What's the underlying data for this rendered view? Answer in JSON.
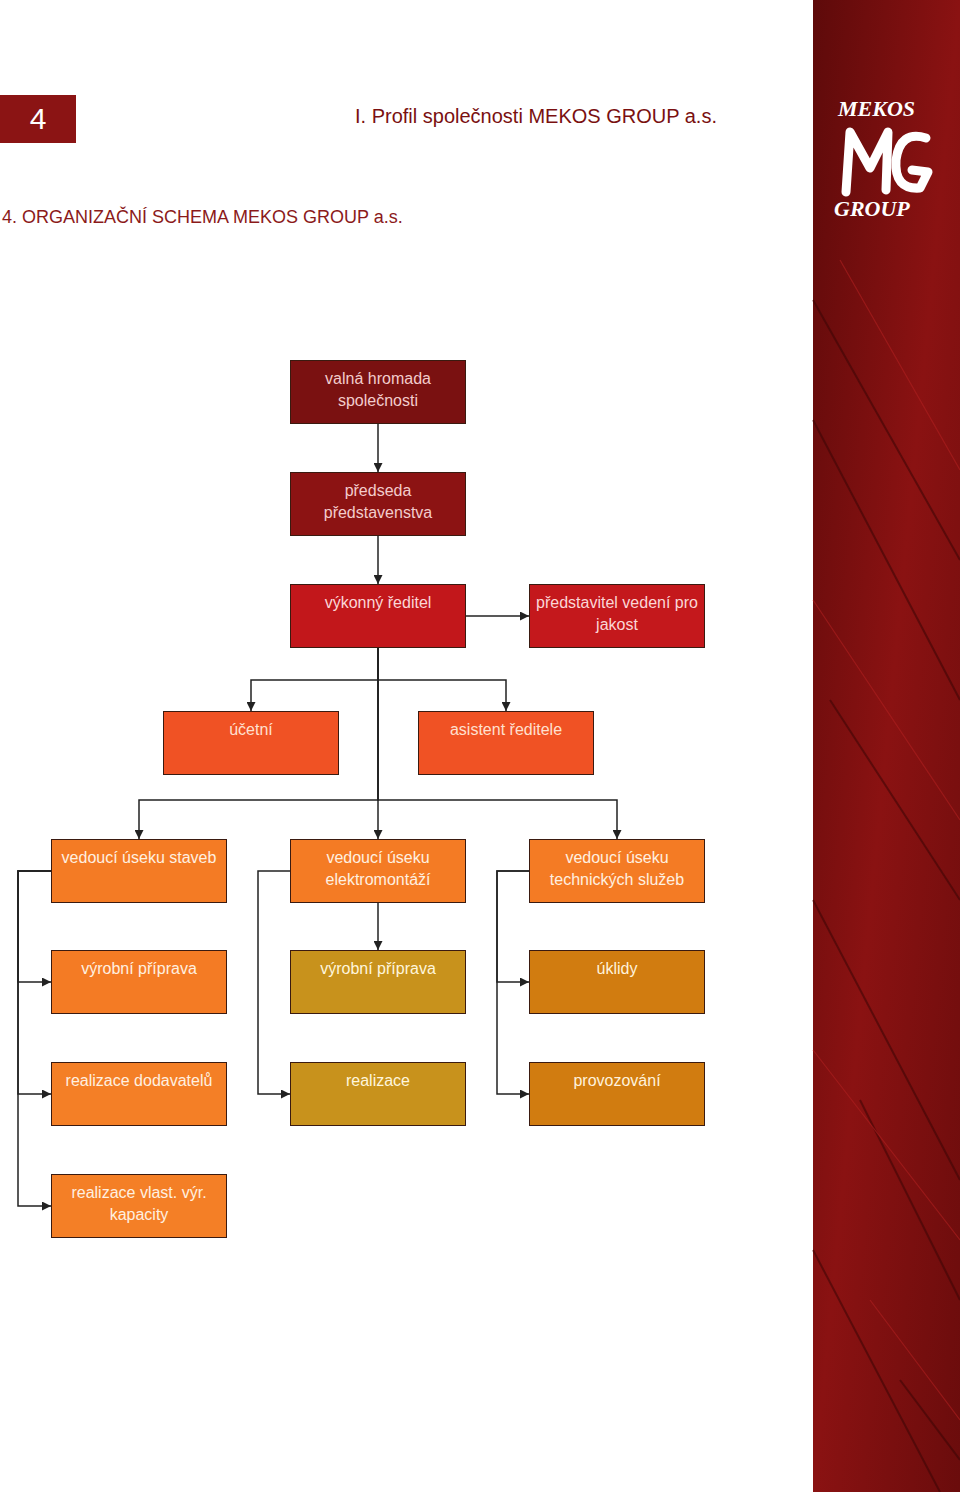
{
  "diagram": {
    "title": "4. ORGANIZAČNÍ SCHEMA MEKOS GROUP a.s.",
    "nodes": [
      {
        "text": [
          "valná hromada společnosti"
        ]
      },
      {
        "text": [
          "předseda představenstva"
        ]
      },
      {
        "text": [
          "výkonný ředitel"
        ]
      },
      {
        "text": [
          "představitel vedení pro jakost"
        ]
      },
      {
        "text": [
          "účetní"
        ]
      },
      {
        "text": [
          "asistent ředitele"
        ]
      },
      {
        "text": [
          "vedoucí úseku staveb"
        ]
      },
      {
        "text": [
          "vedoucí úseku elektromontáží"
        ]
      },
      {
        "text": [
          "vedoucí úseku technických služeb"
        ]
      },
      {
        "text": [
          "výrobní příprava"
        ]
      },
      {
        "text": [
          "výrobní příprava"
        ]
      },
      {
        "text": [
          "úklidy"
        ]
      },
      {
        "text": [
          "realizace dodavatelů"
        ]
      },
      {
        "text": [
          "realizace"
        ]
      },
      {
        "text": [
          "provozování"
        ]
      },
      {
        "text": [
          "realizace vlast. výr. kapacity"
        ]
      }
    ],
    "edges": [
      {
        "from": 0,
        "to": 1,
        "arrow": "to"
      },
      {
        "from": 1,
        "to": 2,
        "arrow": "to"
      },
      {
        "from": 2,
        "to": 3,
        "arrow": "to"
      },
      {
        "from": 2,
        "to": 4,
        "arrow": "to"
      },
      {
        "from": 2,
        "to": 5,
        "arrow": "to"
      },
      {
        "from": 2,
        "to": 6,
        "arrow": "to"
      },
      {
        "from": 2,
        "to": 7,
        "arrow": "to"
      },
      {
        "from": 2,
        "to": 8,
        "arrow": "to"
      },
      {
        "from": 6,
        "to": 9,
        "arrow": "to"
      },
      {
        "from": 6,
        "to": 12,
        "arrow": "to"
      },
      {
        "from": 6,
        "to": 15,
        "arrow": "to"
      },
      {
        "from": 7,
        "to": 10,
        "arrow": "to"
      },
      {
        "from": 7,
        "to": 13,
        "arrow": "to"
      },
      {
        "from": 8,
        "to": 11,
        "arrow": "to"
      },
      {
        "from": 8,
        "to": 14,
        "arrow": "to"
      }
    ],
    "labels": [
      "4",
      "I. Profil společnosti MEKOS GROUP a.s.",
      "MEKOS",
      "GROUP"
    ]
  }
}
